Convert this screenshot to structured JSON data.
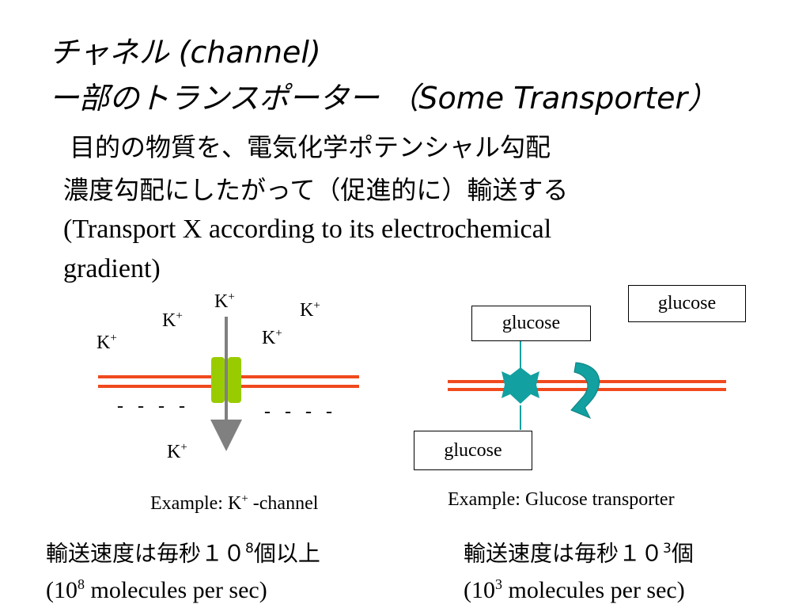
{
  "title": {
    "line1": "チャネル (channel)",
    "line2": "ー部のトランスポーター （Some Transporter）"
  },
  "description": {
    "jp_line1": "目的の物質を、電気化学ポテンシャル勾配",
    "jp_line2": "濃度勾配にしたがって（促進的に）輸送する",
    "en_line1": "(Transport  X according to its electrochemical",
    "en_line2": "gradient)"
  },
  "channel_diagram": {
    "ion": "K",
    "charge": "+",
    "dashes": "-   -   -   -",
    "caption_prefix": "Example: K",
    "caption_suffix": " -channel",
    "colors": {
      "membrane": "#f04a1e",
      "channel": "#99cc00",
      "arrow": "#808080"
    }
  },
  "transporter_diagram": {
    "substrate": "glucose",
    "caption": "Example: Glucose transporter",
    "colors": {
      "membrane": "#f04a1e",
      "transporter": "#12a0a0"
    }
  },
  "rates": {
    "left_jp_prefix": "輸送速度は毎秒１０",
    "left_exp": "8",
    "left_jp_suffix": "個以上",
    "left_en_prefix": "(10",
    "left_en_exp": "8",
    "left_en_suffix": " molecules per sec)",
    "right_jp_prefix": "輸送速度は毎秒１０",
    "right_exp": "3",
    "right_jp_suffix": "個",
    "right_en_prefix": "(10",
    "right_en_exp": "3",
    "right_en_suffix": " molecules per sec)"
  }
}
